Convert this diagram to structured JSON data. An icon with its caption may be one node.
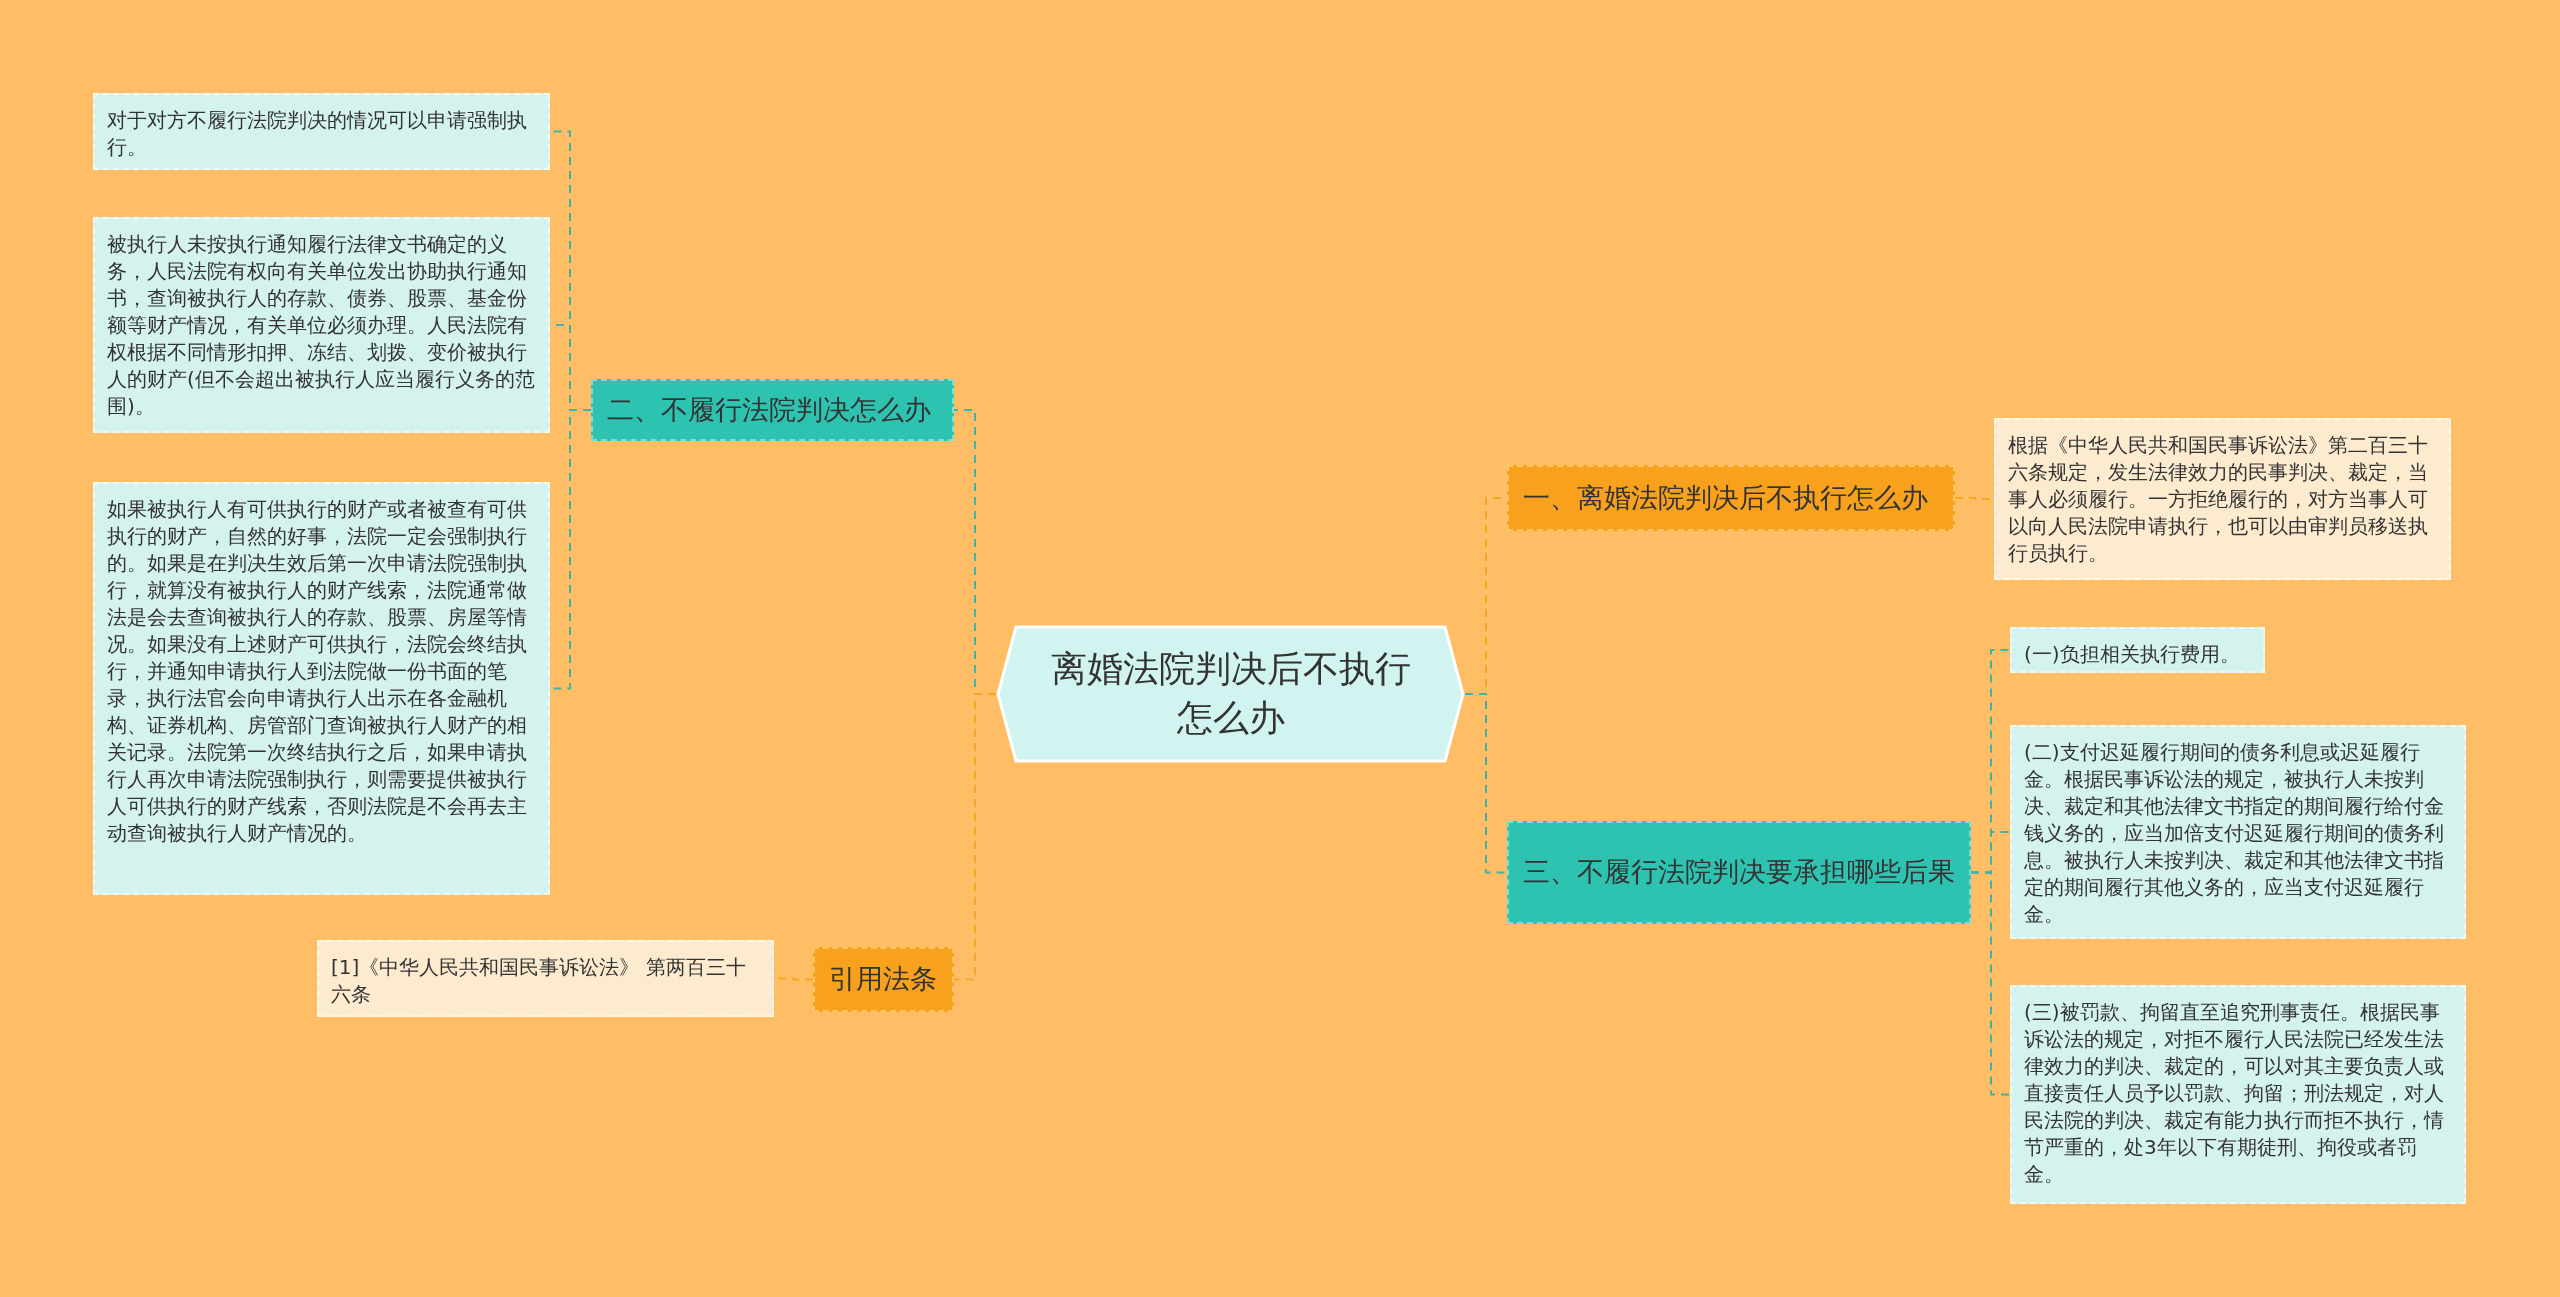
{
  "diagram": {
    "nodes": [
      {
        "text": [
          "离婚法院判决后不执行怎么办"
        ]
      },
      {
        "text": [
          "二、不履行法院判决怎么办"
        ]
      },
      {
        "text": [
          "对于对方不履行法院判决的情况可以申请强制执行。"
        ]
      },
      {
        "text": [
          "被执行人未按执行通知履行法律文书确定的义务，人民法院有权向有关单位发出协助执行通知书，查询被执行人的存款、债券、股票、基金份额等财产情况，有关单位必须办理。人民法院有权根据不同情形扣押、冻结、划拨、变价被执行人的财产(但不会超出被执行人应当履行义务的范围)。"
        ]
      },
      {
        "text": [
          "如果被执行人有可供执行的财产或者被查有可供执行的财产，自然的好事，法院一定会强制执行的。如果是在判决生效后第一次申请法院强制执行，就算没有被执行人的财产线索，法院通常做法是会去查询被执行人的存款、股票、房屋等情况。如果没有上述财产可供执行，法院会终结执行，并通知申请执行人到法院做一份书面的笔录，执行法官会向申请执行人出示在各金融机构、证券机构、房管部门查询被执行人财产的相关记录。法院第一次终结执行之后，如果申请执行人再次申请法院强制执行，则需要提供被执行人可供执行的财产线索，否则法院是不会再去主动查询被执行人财产情况的。"
        ]
      },
      {
        "text": [
          "引用法条"
        ]
      },
      {
        "text": [
          "[1]《中华人民共和国民事诉讼法》 第两百三十六条"
        ]
      },
      {
        "text": [
          "一、离婚法院判决后不执行怎么办"
        ]
      },
      {
        "text": [
          "根据《中华人民共和国民事诉讼法》第二百三十六条规定，发生法律效力的民事判决、裁定，当事人必须履行。一方拒绝履行的，对方当事人可以向人民法院申请执行，也可以由审判员移送执行员执行。"
        ]
      },
      {
        "text": [
          "三、不履行法院判决要承担哪些后果"
        ]
      },
      {
        "text": [
          "(一)负担相关执行费用。"
        ]
      },
      {
        "text": [
          "(二)支付迟延履行期间的债务利息或迟延履行金。根据民事诉讼法的规定，被执行人未按判决、裁定和其他法律文书指定的期间履行给付金钱义务的，应当加倍支付迟延履行期间的债务利息。被执行人未按判决、裁定和其他法律文书指定的期间履行其他义务的，应当支付迟延履行金。"
        ]
      },
      {
        "text": [
          "(三)被罚款、拘留直至追究刑事责任。根据民事诉讼法的规定，对拒不履行人民法院已经发生法律效力的判决、裁定的，可以对其主要负责人或直接责任人员予以罚款、拘留；刑法规定，对人民法院的判决、裁定有能力执行而拒不执行，情节严重的，处3年以下有期徒刑、拘役或者罚金。"
        ]
      }
    ],
    "edges": [
      {
        "from": 0,
        "to": 1,
        "arrow": "none"
      },
      {
        "from": 1,
        "to": 2,
        "arrow": "none"
      },
      {
        "from": 1,
        "to": 3,
        "arrow": "none"
      },
      {
        "from": 1,
        "to": 4,
        "arrow": "none"
      },
      {
        "from": 0,
        "to": 5,
        "arrow": "none",
        "color": "#f5a623"
      },
      {
        "from": 5,
        "to": 6,
        "arrow": "none",
        "color": "#f5a623"
      },
      {
        "from": 0,
        "to": 7,
        "arrow": "none",
        "color": "#f5a623"
      },
      {
        "from": 7,
        "to": 8,
        "arrow": "none",
        "color": "#f5a623"
      },
      {
        "from": 0,
        "to": 9,
        "arrow": "none"
      },
      {
        "from": 9,
        "to": 10,
        "arrow": "none"
      },
      {
        "from": 9,
        "to": 11,
        "arrow": "none"
      },
      {
        "from": 9,
        "to": 12,
        "arrow": "none"
      }
    ]
  }
}
